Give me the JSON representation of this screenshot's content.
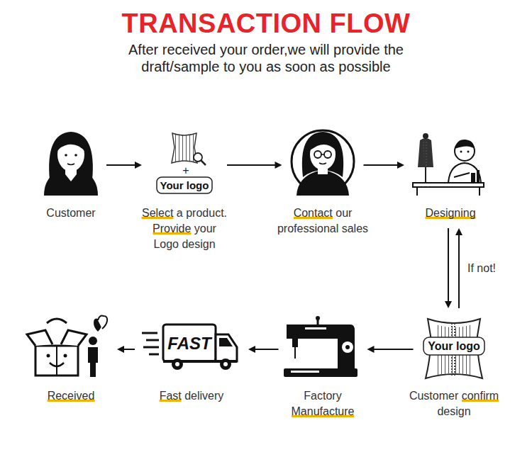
{
  "diagram": {
    "title": "TRANSACTION FLOW",
    "caption": "After received your order,we will provide the draft/sample to you as soon as possible",
    "nodes": [
      {
        "text": [
          "Customer"
        ]
      },
      {
        "text": [
          "Select a product. Provide your Logo design"
        ]
      },
      {
        "text": [
          "Contact our professional sales"
        ]
      },
      {
        "text": [
          "Designing"
        ]
      },
      {
        "text": [
          "Customer confirm design"
        ]
      },
      {
        "text": [
          "Factory Manufacture"
        ]
      },
      {
        "text": [
          "Fast delivery"
        ]
      },
      {
        "text": [
          "Received"
        ]
      }
    ],
    "edges": [
      {
        "from": 0,
        "to": 1,
        "arrow": "to"
      },
      {
        "from": 1,
        "to": 2,
        "arrow": "to"
      },
      {
        "from": 2,
        "to": 3,
        "arrow": "to"
      },
      {
        "from": 3,
        "to": 4,
        "label": "If not!",
        "arrow": "both"
      },
      {
        "from": 4,
        "to": 5,
        "arrow": "to"
      },
      {
        "from": 5,
        "to": 6,
        "arrow": "to"
      },
      {
        "from": 6,
        "to": 7,
        "arrow": "to"
      }
    ],
    "labels": [
      "+",
      "Your logo",
      "Your logo",
      "FAST"
    ]
  }
}
